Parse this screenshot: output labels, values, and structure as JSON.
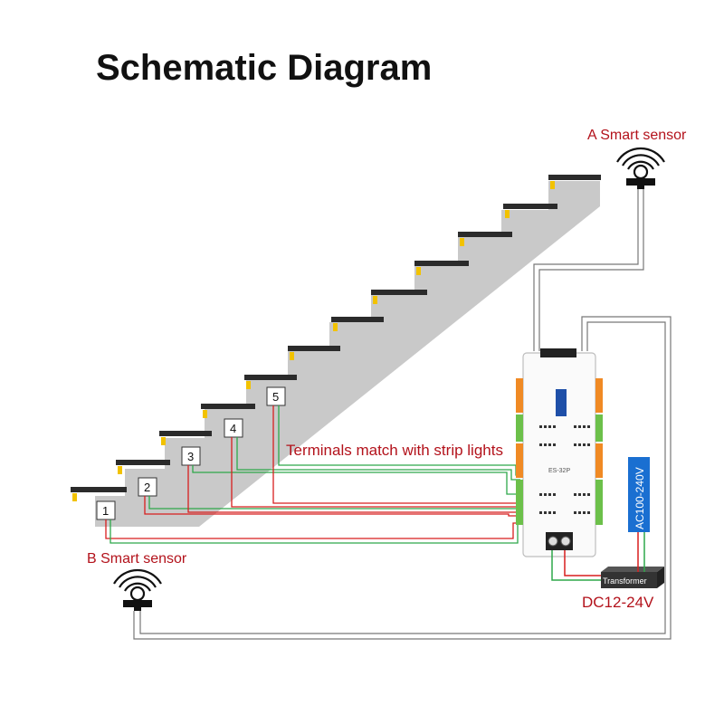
{
  "title": "Schematic Diagram",
  "sensor_a_label": "A Smart sensor",
  "sensor_b_label": "B Smart sensor",
  "terminals_label": "Terminals match with strip lights",
  "power_label": "AC100-240V",
  "transformer_label": "Transformer",
  "dc_label": "DC12-24V",
  "step_numbers": [
    "1",
    "2",
    "3",
    "4",
    "5"
  ],
  "controller_model": "ES-32P",
  "colors": {
    "label_red": "#b3121b",
    "wire_red": "#d81e1e",
    "wire_green": "#2ea84a",
    "power_blue": "#1a6fd1",
    "terminal_orange": "#f08a24",
    "terminal_green": "#6cc04a",
    "stair_gray": "#c9c9c9",
    "tread_dark": "#2b2b2b",
    "light_yellow": "#f2c200"
  }
}
